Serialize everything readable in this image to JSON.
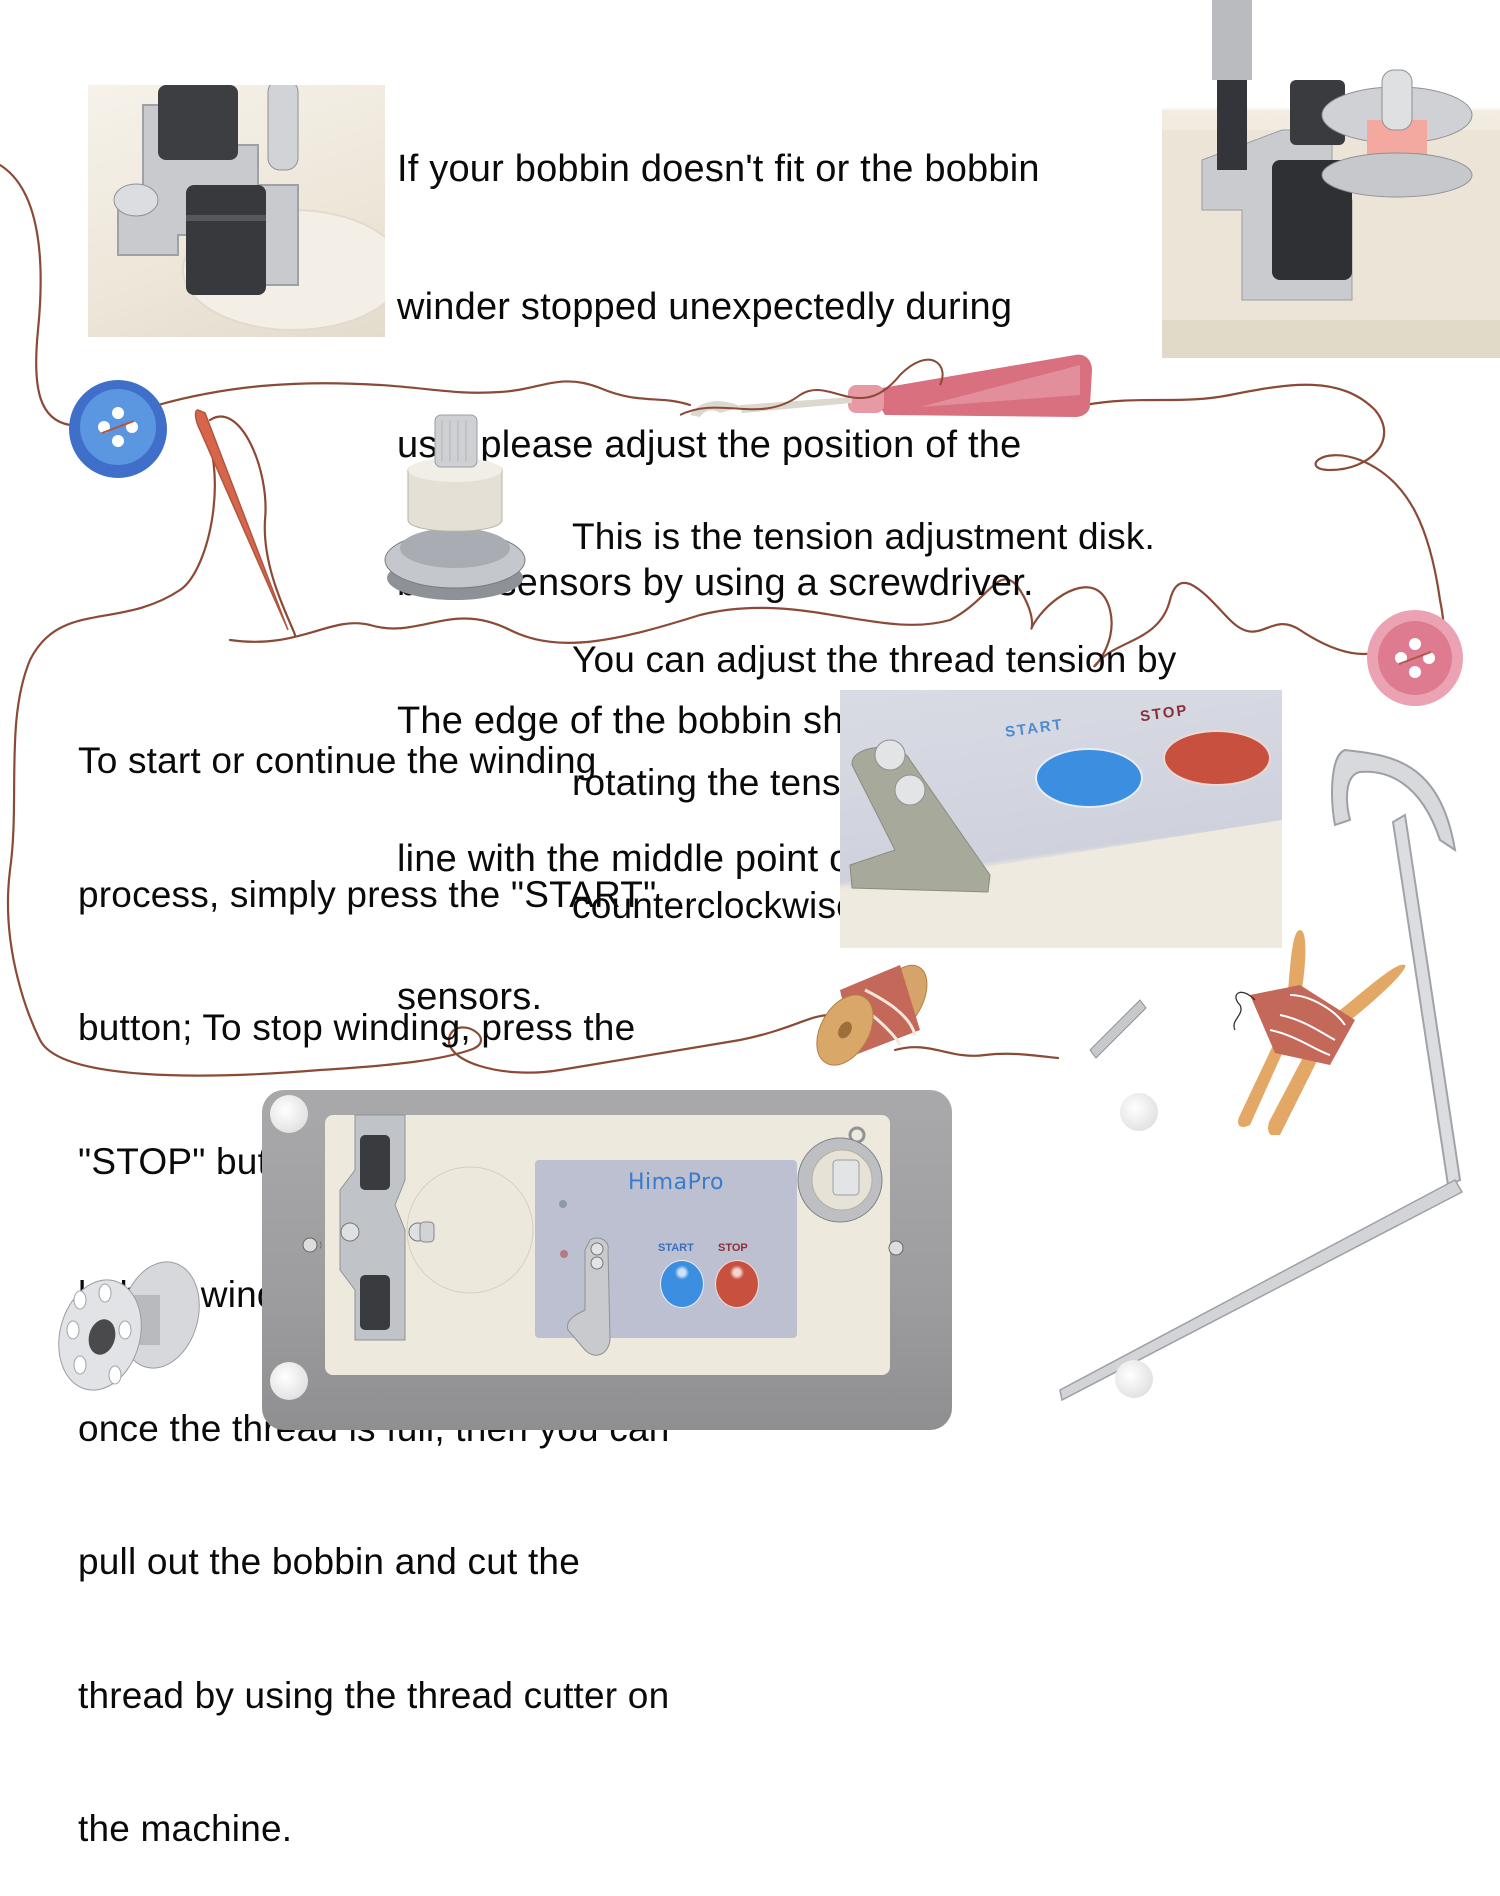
{
  "instructions": {
    "sensor_adjustment": {
      "lines": [
        "If your bobbin doesn't fit or the bobbin",
        "winder stopped unexpectedly during",
        "use, please adjust the position of the",
        "black sensors by using a screwdriver.",
        "The edge of the bobbin should be in",
        "line with the middle point of the",
        "sensors."
      ]
    },
    "tension_disk": {
      "lines": [
        "This is the tension adjustment disk.",
        "You can adjust the thread tension by",
        "rotating the tension knob clockwise or",
        "counterclockwise."
      ]
    },
    "start_stop": {
      "lines": [
        "To start or continue the winding",
        "process, simply press the \"START\"",
        "button; To stop winding, press the",
        "\"STOP\" button. The automatic",
        "bobbin winder will stop on its own",
        "once the thread is full, then you can",
        "pull out the bobbin and cut the",
        "thread by using the thread cutter on",
        "the machine."
      ]
    }
  },
  "closeup_panel": {
    "start_label": "START",
    "stop_label": "STOP"
  },
  "device": {
    "brand": "HimaPro",
    "start_label": "START",
    "stop_label": "STOP"
  },
  "colors": {
    "thread": "#8a4a36",
    "start_button": "#3b8ee0",
    "stop_button": "#c8503e",
    "brand_text": "#3a7ccc",
    "blue_button_decor": "#3f6fc9",
    "pink_button_decor": "#e07f97",
    "label_panel": "#bcc0d0"
  }
}
